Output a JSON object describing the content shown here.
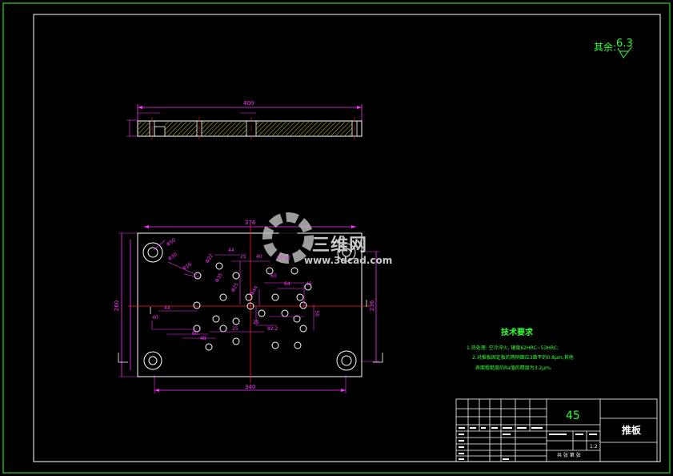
{
  "roughness": {
    "prefix": "其余:",
    "value": "6.3"
  },
  "tech_req": {
    "title": "技术要求",
    "line1": "1.热处理: 空冷淬火, 硬度62HRC~53HRC;",
    "line2": "2.对推板固定板的两侧面应3面平的0.8μm;其他",
    "line3": "表面粗糙度的Ra值的精度为3.2μm。"
  },
  "title_block": {
    "material": "45",
    "part_name": "推板",
    "scale": "1:2",
    "sheet": "共 张 第 张"
  },
  "dims": {
    "top_width": "400",
    "plan_width_upper": "376",
    "plan_width_lower": "340",
    "plan_height_left": "260",
    "plan_height_right": "236",
    "hole_labels": [
      "Φ50",
      "Φ30",
      "Φ16",
      "Φ22",
      "Φ25",
      "Φ35",
      "Φ44"
    ],
    "internal": [
      "44",
      "25",
      "40",
      "60",
      "57.67",
      "82.2",
      "64",
      "45",
      "95",
      "25",
      "25",
      "44",
      "60",
      "40",
      "48"
    ]
  },
  "watermark": {
    "brand": "三维网",
    "url": "www.3dcad.com"
  },
  "colors": {
    "frame": "#33ff33",
    "part": "#ffffff",
    "dimension": "#ff33ff",
    "center": "#ff2020",
    "hatch": "#ffff00"
  }
}
